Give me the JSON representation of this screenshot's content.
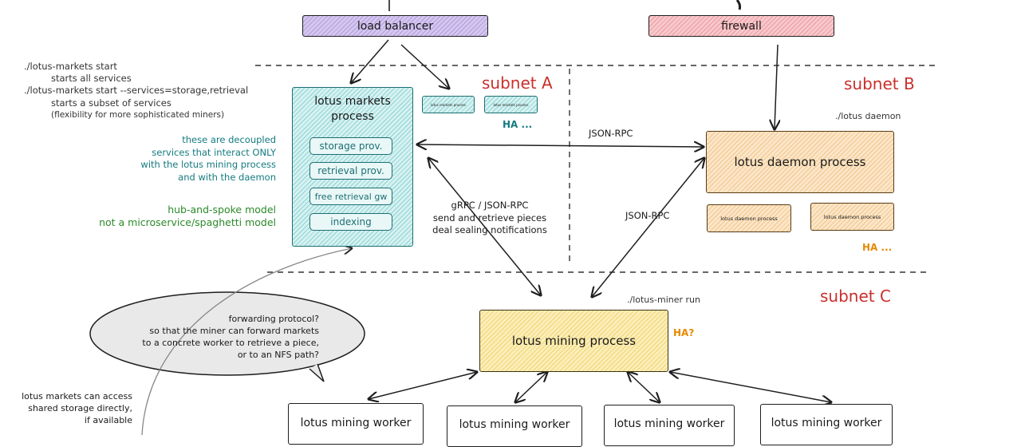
{
  "top": {
    "load_balancer": "load balancer",
    "firewall": "firewall"
  },
  "subnets": {
    "a": "subnet A",
    "b": "subnet B",
    "c": "subnet C"
  },
  "cli_notes": {
    "line1": "./lotus-markets start",
    "line2": "starts all services",
    "line3": "./lotus-markets start --services=storage,retrieval",
    "line4": "starts a subset of services",
    "line5": "(flexibility for more sophisticated miners)"
  },
  "decoupled_note": "these are decoupled\nservices that interact ONLY\nwith the lotus mining process\nand with the daemon",
  "hub_note": "hub-and-spoke model\nnot a microservice/spaghetti model",
  "markets": {
    "title": "lotus markets\nprocess",
    "services": [
      "storage prov.",
      "retrieval prov.",
      "free retrieval gw",
      "indexing"
    ],
    "replica_label": "lotus markets process",
    "ha": "HA ..."
  },
  "daemon": {
    "cmd": "./lotus daemon",
    "title": "lotus daemon process",
    "replica_label": "lotus daemon process",
    "ha": "HA ..."
  },
  "links": {
    "json_rpc_top": "JSON-RPC",
    "json_rpc_side": "JSON-RPC",
    "grpc": "gRPC / JSON-RPC\nsend and retrieve pieces\ndeal sealing notifications"
  },
  "miner": {
    "cmd": "./lotus-miner run",
    "title": "lotus mining process",
    "ha": "HA?"
  },
  "bubble": "forwarding protocol?\nso that the miner can forward markets\nto a concrete worker to retrieve a piece,\nor to an NFS path?",
  "storage_note": "lotus markets can access\nshared storage directly,\nif available",
  "workers": [
    "lotus mining worker",
    "lotus mining worker",
    "lotus mining worker",
    "lotus mining worker"
  ],
  "colors": {
    "red": "#c9302c",
    "teal": "#147b80",
    "green": "#2b8a2b",
    "orange": "#e68a00"
  }
}
